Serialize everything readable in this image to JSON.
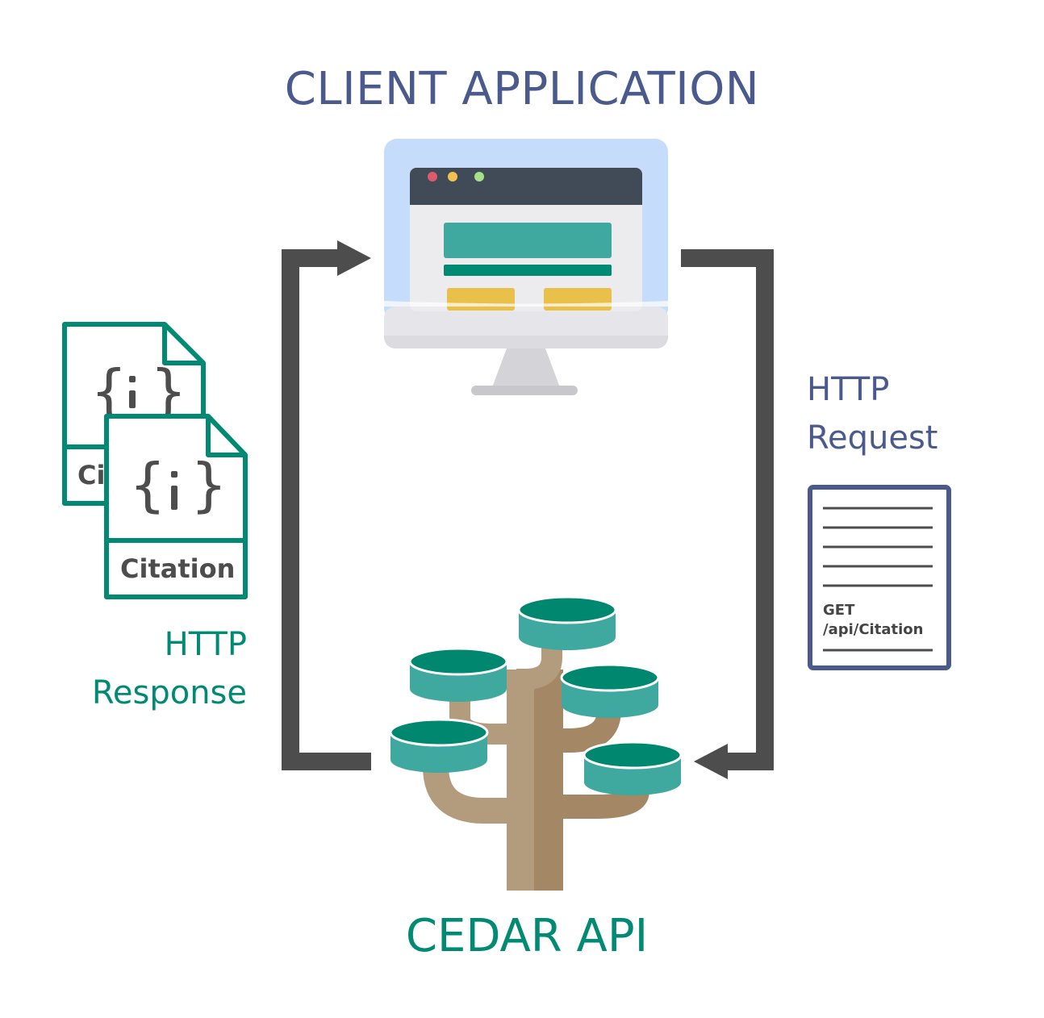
{
  "client": {
    "title": "CLIENT APPLICATION"
  },
  "api": {
    "title": "CEDAR API"
  },
  "request": {
    "label_line1": "HTTP",
    "label_line2": "Request",
    "method": "GET",
    "path": "/api/Citation"
  },
  "response": {
    "label_line1": "HTTP",
    "label_line2": "Response",
    "documents": [
      {
        "label": "Citation"
      },
      {
        "label": "Citation"
      }
    ]
  },
  "colors": {
    "client_blue": "#4a5a8c",
    "api_teal": "#008a73",
    "arrow_gray": "#4d4d4d",
    "screen_bg": "#c5dcfb",
    "tree_trunk": "#b39b7d",
    "disk_light": "#3fa9a0",
    "disk_dark": "#00876f",
    "button_yellow": "#e8c04a"
  }
}
